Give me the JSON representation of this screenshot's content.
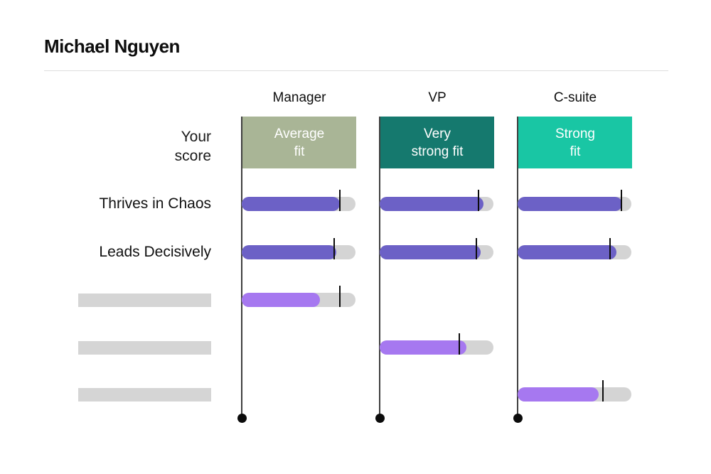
{
  "header": {
    "title": "Michael Nguyen"
  },
  "labels": {
    "your_score": "Your\nscore"
  },
  "chart_data": {
    "type": "bar",
    "orientation": "horizontal",
    "title": "Michael Nguyen",
    "unit": "percent_of_scale_estimated_from_pixels",
    "legend": "none",
    "rows": [
      {
        "label": "Thrives in Chaos",
        "redacted": false
      },
      {
        "label": "Leads Decisively",
        "redacted": false
      },
      {
        "label": null,
        "redacted": true
      },
      {
        "label": null,
        "redacted": true
      },
      {
        "label": null,
        "redacted": true
      }
    ],
    "columns": [
      {
        "name": "Manager",
        "fit_label": "Average\nfit",
        "fit_color": "#a9b596",
        "bars": [
          {
            "row": 0,
            "value": 86,
            "benchmark": 86,
            "tone": "dark"
          },
          {
            "row": 1,
            "value": 83,
            "benchmark": 81,
            "tone": "dark"
          },
          {
            "row": 2,
            "value": 69,
            "benchmark": 86,
            "tone": "light"
          }
        ]
      },
      {
        "name": "VP",
        "fit_label": "Very\nstrong fit",
        "fit_color": "#15796e",
        "bars": [
          {
            "row": 0,
            "value": 91,
            "benchmark": 87,
            "tone": "dark"
          },
          {
            "row": 1,
            "value": 89,
            "benchmark": 85,
            "tone": "dark"
          },
          {
            "row": 3,
            "value": 76,
            "benchmark": 70,
            "tone": "light"
          }
        ]
      },
      {
        "name": "C-suite",
        "fit_label": "Strong\nfit",
        "fit_color": "#19c6a4",
        "bars": [
          {
            "row": 0,
            "value": 92,
            "benchmark": 91,
            "tone": "dark"
          },
          {
            "row": 1,
            "value": 87,
            "benchmark": 81,
            "tone": "dark"
          },
          {
            "row": 4,
            "value": 71,
            "benchmark": 75,
            "tone": "light"
          }
        ]
      }
    ],
    "colors": {
      "bar_dark": "#6c61c6",
      "bar_light": "#a678f0",
      "track": "#d4d4d4",
      "redacted_block": "#d5d5d5",
      "axis": "#3f3f3f",
      "dot": "#0b0b0b"
    }
  }
}
